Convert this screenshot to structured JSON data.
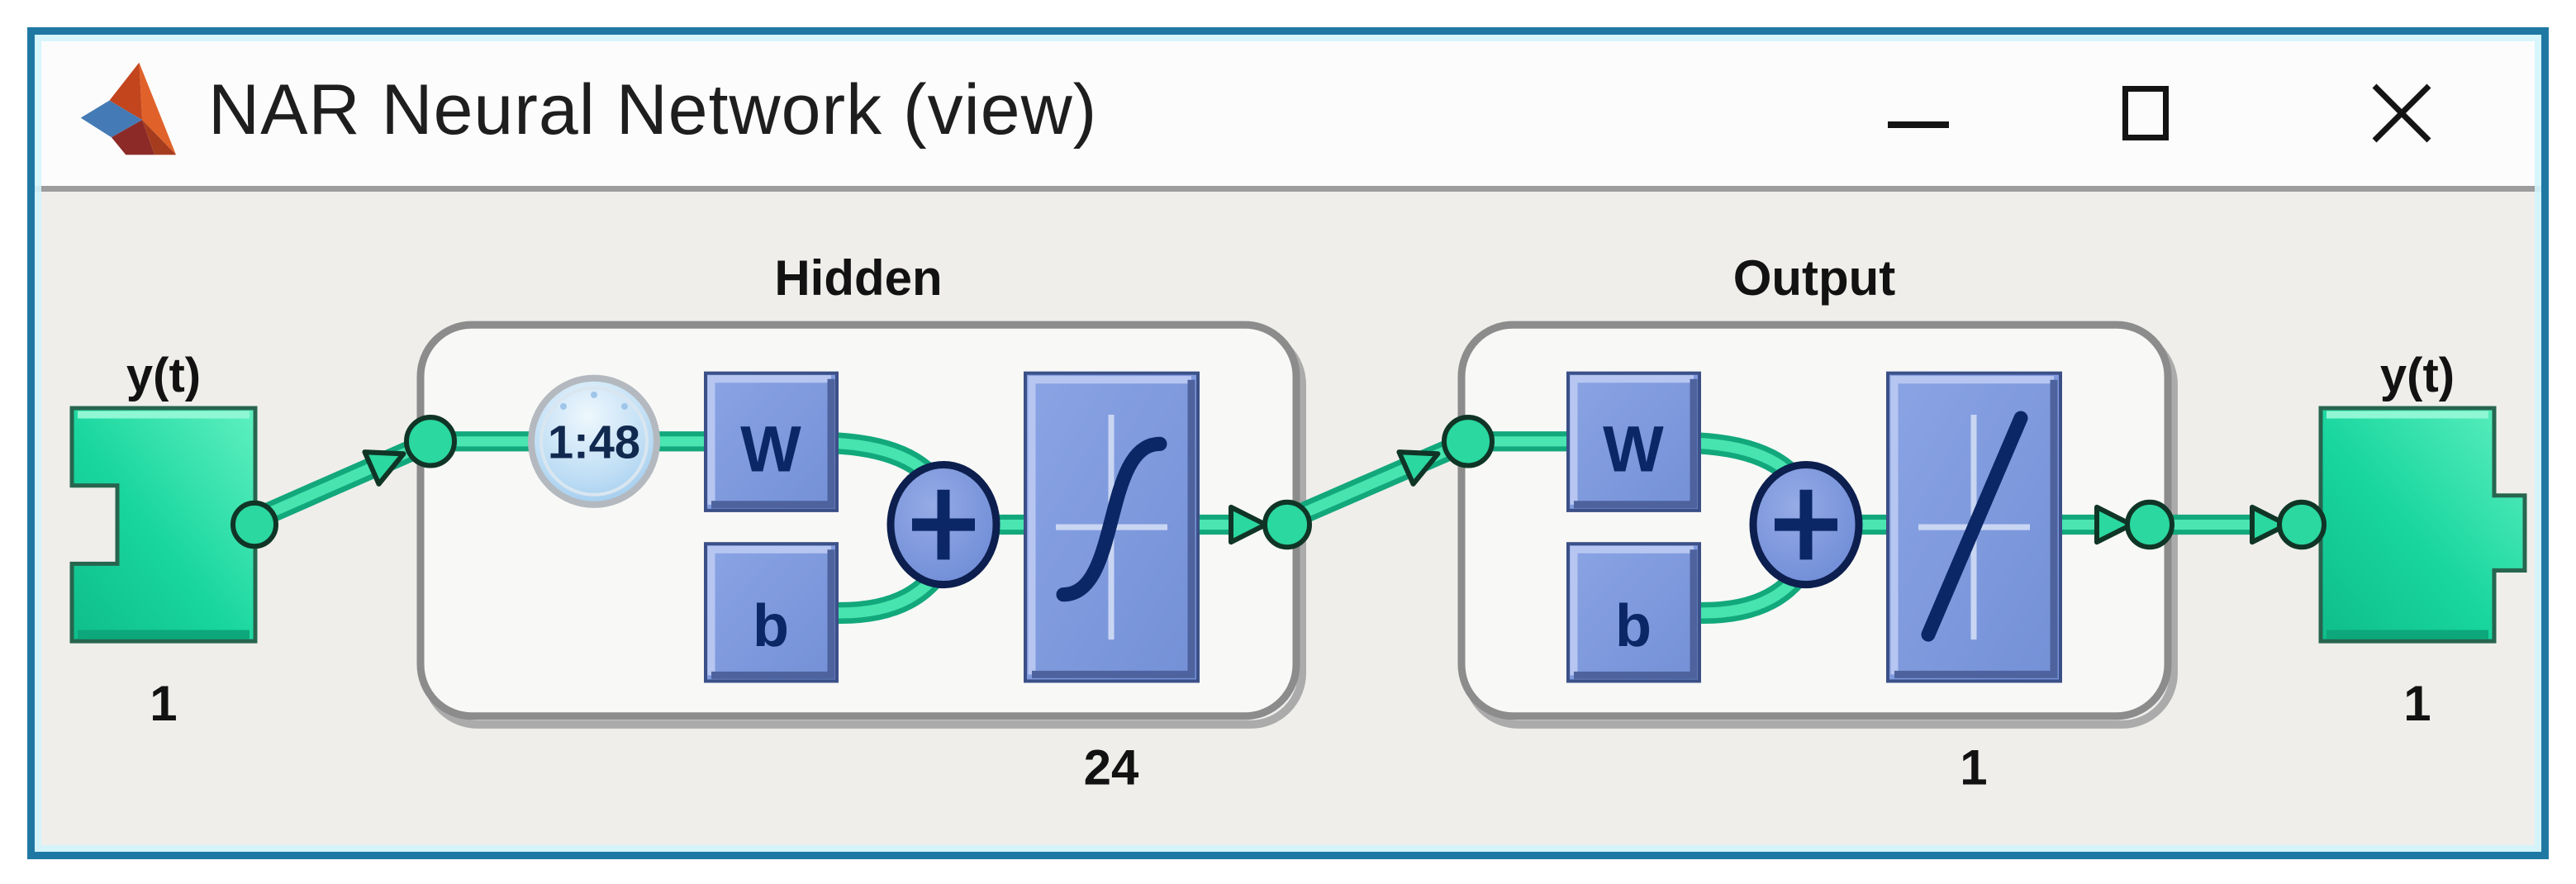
{
  "window": {
    "title": "NAR Neural Network (view)",
    "icon": "matlab-logo-icon",
    "controls": {
      "minimize_label": "minimize",
      "maximize_label": "maximize",
      "close_label": "close"
    }
  },
  "diagram": {
    "input": {
      "label": "y(t)",
      "size": "1"
    },
    "output": {
      "label": "y(t)",
      "size": "1"
    },
    "layers": [
      {
        "name": "Hidden",
        "delay_label": "1:48",
        "weight_label": "W",
        "bias_label": "b",
        "sum_label": "+",
        "transfer_icon": "sigmoid-curve-icon",
        "neurons": "24"
      },
      {
        "name": "Output",
        "weight_label": "W",
        "bias_label": "b",
        "sum_label": "+",
        "transfer_icon": "linear-line-icon",
        "neurons": "1"
      }
    ],
    "colors": {
      "window_border": "#1f78a3",
      "window_inner_glow": "#d2f4fc",
      "titlebar_bg": "#fcfcfc",
      "content_bg": "#efeeeb",
      "separator": "#9d9d9d",
      "io_block_green": "#18d69e",
      "connection_green": "#2ad8a0",
      "connection_green_dark": "#12a87c",
      "block_blue": "#7d99dd",
      "block_navy": "#0c2766",
      "layer_box_border": "#8c8c8c",
      "layer_box_fill": "#f8f8f6",
      "delay_clock_blue": "#8ec4ec"
    }
  }
}
